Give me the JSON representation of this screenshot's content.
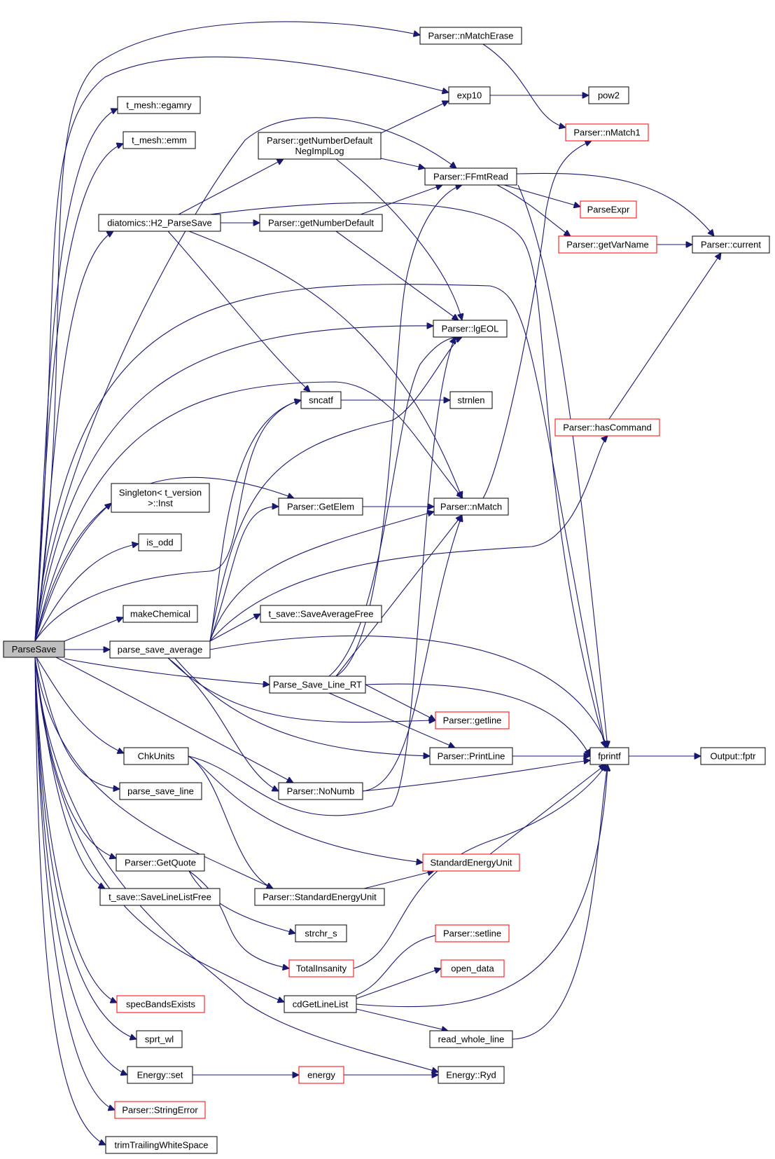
{
  "colors": {
    "edge": "#191970",
    "node_border": "#000000",
    "truncated_border": "#ff0000",
    "root_fill": "#bfbfbf",
    "background": "#ffffff"
  },
  "nodes": {
    "ParseSave": [
      "ParseSave"
    ],
    "nMatchErase": [
      "Parser::nMatchErase"
    ],
    "exp10": [
      "exp10"
    ],
    "pow2": [
      "pow2"
    ],
    "egamry": [
      "t_mesh::egamry"
    ],
    "emm": [
      "t_mesh::emm"
    ],
    "nMatch1": [
      "Parser::nMatch1"
    ],
    "getNumberDefaultNegImplLog": [
      "Parser::getNumberDefault",
      "NegImplLog"
    ],
    "FFmtRead": [
      "Parser::FFmtRead"
    ],
    "ParseExpr": [
      "ParseExpr"
    ],
    "H2_ParseSave": [
      "diatomics::H2_ParseSave"
    ],
    "getNumberDefault": [
      "Parser::getNumberDefault"
    ],
    "getVarName": [
      "Parser::getVarName"
    ],
    "current": [
      "Parser::current"
    ],
    "lgEOL": [
      "Parser::lgEOL"
    ],
    "sncatf": [
      "sncatf"
    ],
    "strnlen": [
      "strnlen"
    ],
    "hasCommand": [
      "Parser::hasCommand"
    ],
    "SingletonInst": [
      "Singleton< t_version",
      ">::Inst"
    ],
    "GetElem": [
      "Parser::GetElem"
    ],
    "nMatch": [
      "Parser::nMatch"
    ],
    "is_odd": [
      "is_odd"
    ],
    "makeChemical": [
      "makeChemical"
    ],
    "SaveAverageFree": [
      "t_save::SaveAverageFree"
    ],
    "parse_save_average": [
      "parse_save_average"
    ],
    "Parse_Save_Line_RT": [
      "Parse_Save_Line_RT"
    ],
    "getline": [
      "Parser::getline"
    ],
    "ChkUnits": [
      "ChkUnits"
    ],
    "PrintLine": [
      "Parser::PrintLine"
    ],
    "fprintf": [
      "fprintf"
    ],
    "fptr": [
      "Output::fptr"
    ],
    "parse_save_line": [
      "parse_save_line"
    ],
    "NoNumb": [
      "Parser::NoNumb"
    ],
    "StandardEnergyUnit": [
      "StandardEnergyUnit"
    ],
    "GetQuote": [
      "Parser::GetQuote"
    ],
    "ParserStandardEnergyUnit": [
      "Parser::StandardEnergyUnit"
    ],
    "SaveLineListFree": [
      "t_save::SaveLineListFree"
    ],
    "strchr_s": [
      "strchr_s"
    ],
    "TotalInsanity": [
      "TotalInsanity"
    ],
    "setline": [
      "Parser::setline"
    ],
    "open_data": [
      "open_data"
    ],
    "cdGetLineList": [
      "cdGetLineList"
    ],
    "specBandsExists": [
      "specBandsExists"
    ],
    "read_whole_line": [
      "read_whole_line"
    ],
    "sprt_wl": [
      "sprt_wl"
    ],
    "Energyset": [
      "Energy::set"
    ],
    "energy": [
      "energy"
    ],
    "EnergyRyd": [
      "Energy::Ryd"
    ],
    "StringError": [
      "Parser::StringError"
    ],
    "trimTrailingWhiteSpace": [
      "trimTrailingWhiteSpace"
    ]
  }
}
